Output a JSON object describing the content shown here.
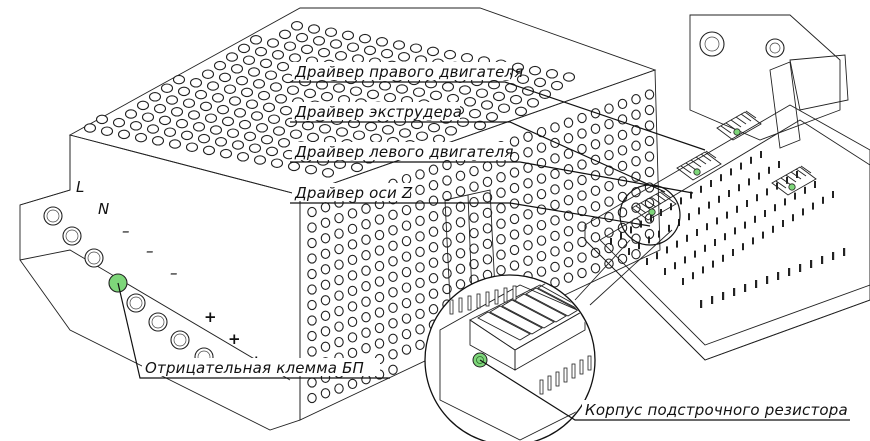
{
  "diagram": {
    "labels": {
      "right_motor_driver": "Драйвер правого двигателя",
      "extruder_driver": "Драйвер экструдера",
      "left_motor_driver": "Драйвер левого двигателя",
      "z_axis_driver": "Драйвер оси Z",
      "psu_negative_terminal": "Отрицательная клемма БП",
      "trimmer_resistor_body": "Корпус подстрочного резистора"
    },
    "terminal_marks": [
      "L",
      "N",
      "–",
      "–",
      "–",
      "+",
      "+",
      "+"
    ],
    "colors": {
      "highlight_green": "#7ed67a",
      "line": "#111111",
      "background": "#ffffff"
    }
  }
}
